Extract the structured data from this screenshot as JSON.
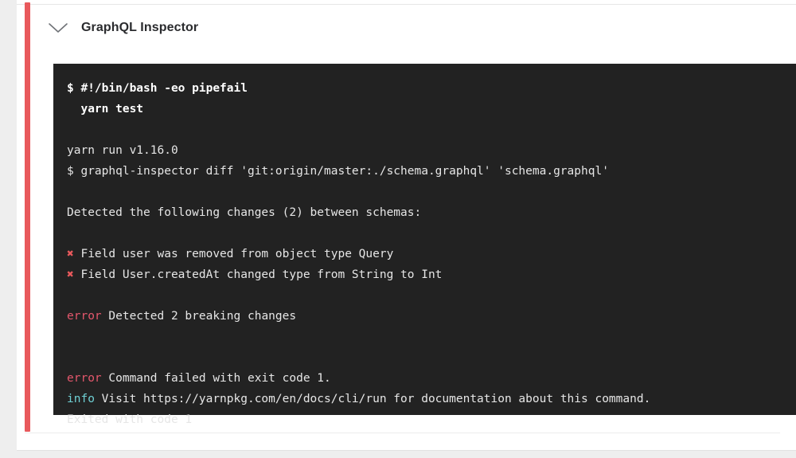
{
  "colors": {
    "status_bar": "#e8595c",
    "terminal_bg": "#222222",
    "terminal_fg": "#e6e6e6",
    "error": "#e4576c",
    "info": "#6fd0d4",
    "page_bg": "#eeeeee",
    "card_bg": "#ffffff",
    "title": "#2a2b2e"
  },
  "job": {
    "title": "GraphQL Inspector",
    "toggle_icon": "chevron-down-icon",
    "status": "failed"
  },
  "terminal": {
    "lines": [
      {
        "id": "l01",
        "segments": [
          {
            "text": "$ #!/bin/bash -eo pipefail",
            "style": "cmd"
          }
        ]
      },
      {
        "id": "l02",
        "segments": [
          {
            "text": "  yarn test",
            "style": "cmd"
          }
        ]
      },
      {
        "id": "l03",
        "segments": [
          {
            "text": "",
            "style": "plain"
          }
        ]
      },
      {
        "id": "l04",
        "segments": [
          {
            "text": "yarn run v1.16.0",
            "style": "plain"
          }
        ]
      },
      {
        "id": "l05",
        "segments": [
          {
            "text": "$ graphql-inspector diff 'git:origin/master:./schema.graphql' 'schema.graphql'",
            "style": "plain"
          }
        ]
      },
      {
        "id": "l06",
        "segments": [
          {
            "text": "",
            "style": "plain"
          }
        ]
      },
      {
        "id": "l07",
        "segments": [
          {
            "text": "Detected the following changes (2) between schemas:",
            "style": "plain"
          }
        ]
      },
      {
        "id": "l08",
        "segments": [
          {
            "text": "",
            "style": "plain"
          }
        ]
      },
      {
        "id": "l09",
        "segments": [
          {
            "text": "✖",
            "style": "xmark"
          },
          {
            "text": " Field user was removed from object type Query",
            "style": "plain"
          }
        ]
      },
      {
        "id": "l10",
        "segments": [
          {
            "text": "✖",
            "style": "xmark"
          },
          {
            "text": " Field User.createdAt changed type from String to Int",
            "style": "plain"
          }
        ]
      },
      {
        "id": "l11",
        "segments": [
          {
            "text": "",
            "style": "plain"
          }
        ]
      },
      {
        "id": "l12",
        "segments": [
          {
            "text": "error",
            "style": "err"
          },
          {
            "text": " Detected 2 breaking changes",
            "style": "plain"
          }
        ]
      },
      {
        "id": "l13",
        "segments": [
          {
            "text": "",
            "style": "plain"
          }
        ]
      },
      {
        "id": "l14",
        "segments": [
          {
            "text": "",
            "style": "plain"
          }
        ]
      },
      {
        "id": "l15",
        "segments": [
          {
            "text": "error",
            "style": "err"
          },
          {
            "text": " Command failed with exit code 1.",
            "style": "plain"
          }
        ]
      },
      {
        "id": "l16",
        "segments": [
          {
            "text": "info",
            "style": "info"
          },
          {
            "text": " Visit https://yarnpkg.com/en/docs/cli/run for documentation about this command.",
            "style": "plain"
          }
        ]
      },
      {
        "id": "l17",
        "segments": [
          {
            "text": "Exited with code 1",
            "style": "plain"
          }
        ]
      }
    ]
  }
}
